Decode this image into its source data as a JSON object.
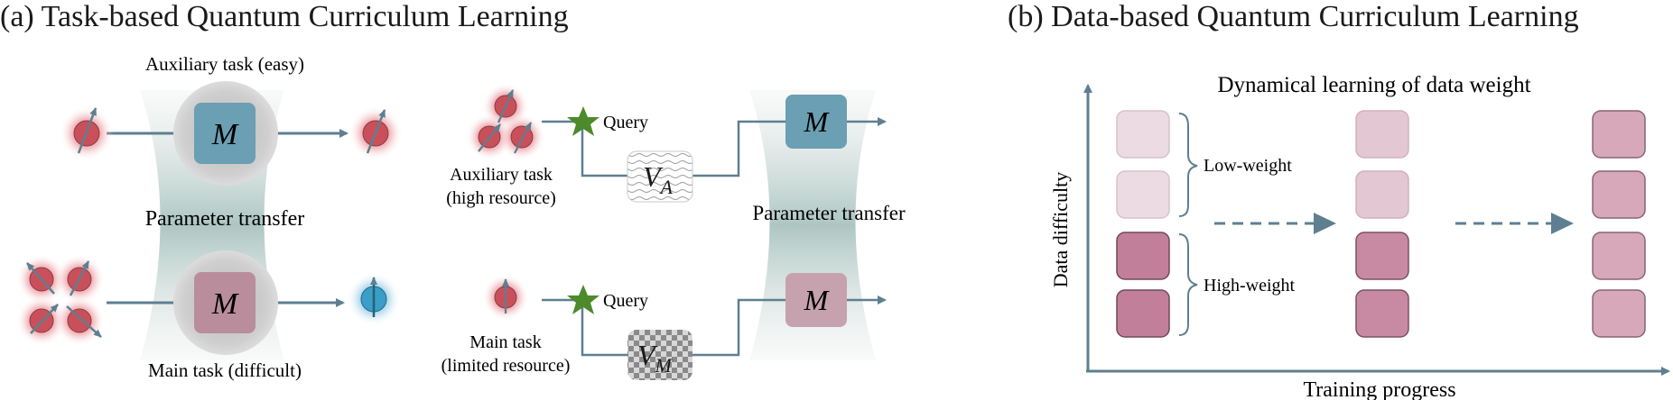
{
  "panel_a": {
    "title": "(a) Task-based Quantum Curriculum Learning",
    "aux_task_label": "Auxiliary task (easy)",
    "main_task_label": "Main task (difficult)",
    "parameter_transfer": "Parameter transfer",
    "measurement_symbol": "M",
    "circuit": {
      "query": "Query",
      "aux_task_line1": "Auxiliary task",
      "aux_task_line2": "(high resource)",
      "main_task_line1": "Main task",
      "main_task_line2": "(limited resource)",
      "va_letter": "V",
      "va_sub": "A",
      "vm_letter": "V",
      "vm_sub": "M",
      "parameter_transfer": "Parameter transfer"
    }
  },
  "panel_b": {
    "title": "(b) Data-based Quantum Curriculum Learning",
    "subtitle": "Dynamical learning of data weight",
    "low_weight": "Low-weight",
    "high_weight": "High-weight",
    "y_axis": "Data difficulty",
    "x_axis": "Training progress"
  },
  "colors": {
    "arrow": "#5e7f90",
    "measure_blue": "#6b9fb3",
    "measure_pink": "#b98d9c",
    "qubit_red": "#d9575f",
    "qubit_blue": "#3a9ec9",
    "star_green": "#4c8a2c",
    "box_light": "#ecdbe2",
    "box_mid": "#dbb4c4",
    "box_dark": "#c27f99"
  }
}
